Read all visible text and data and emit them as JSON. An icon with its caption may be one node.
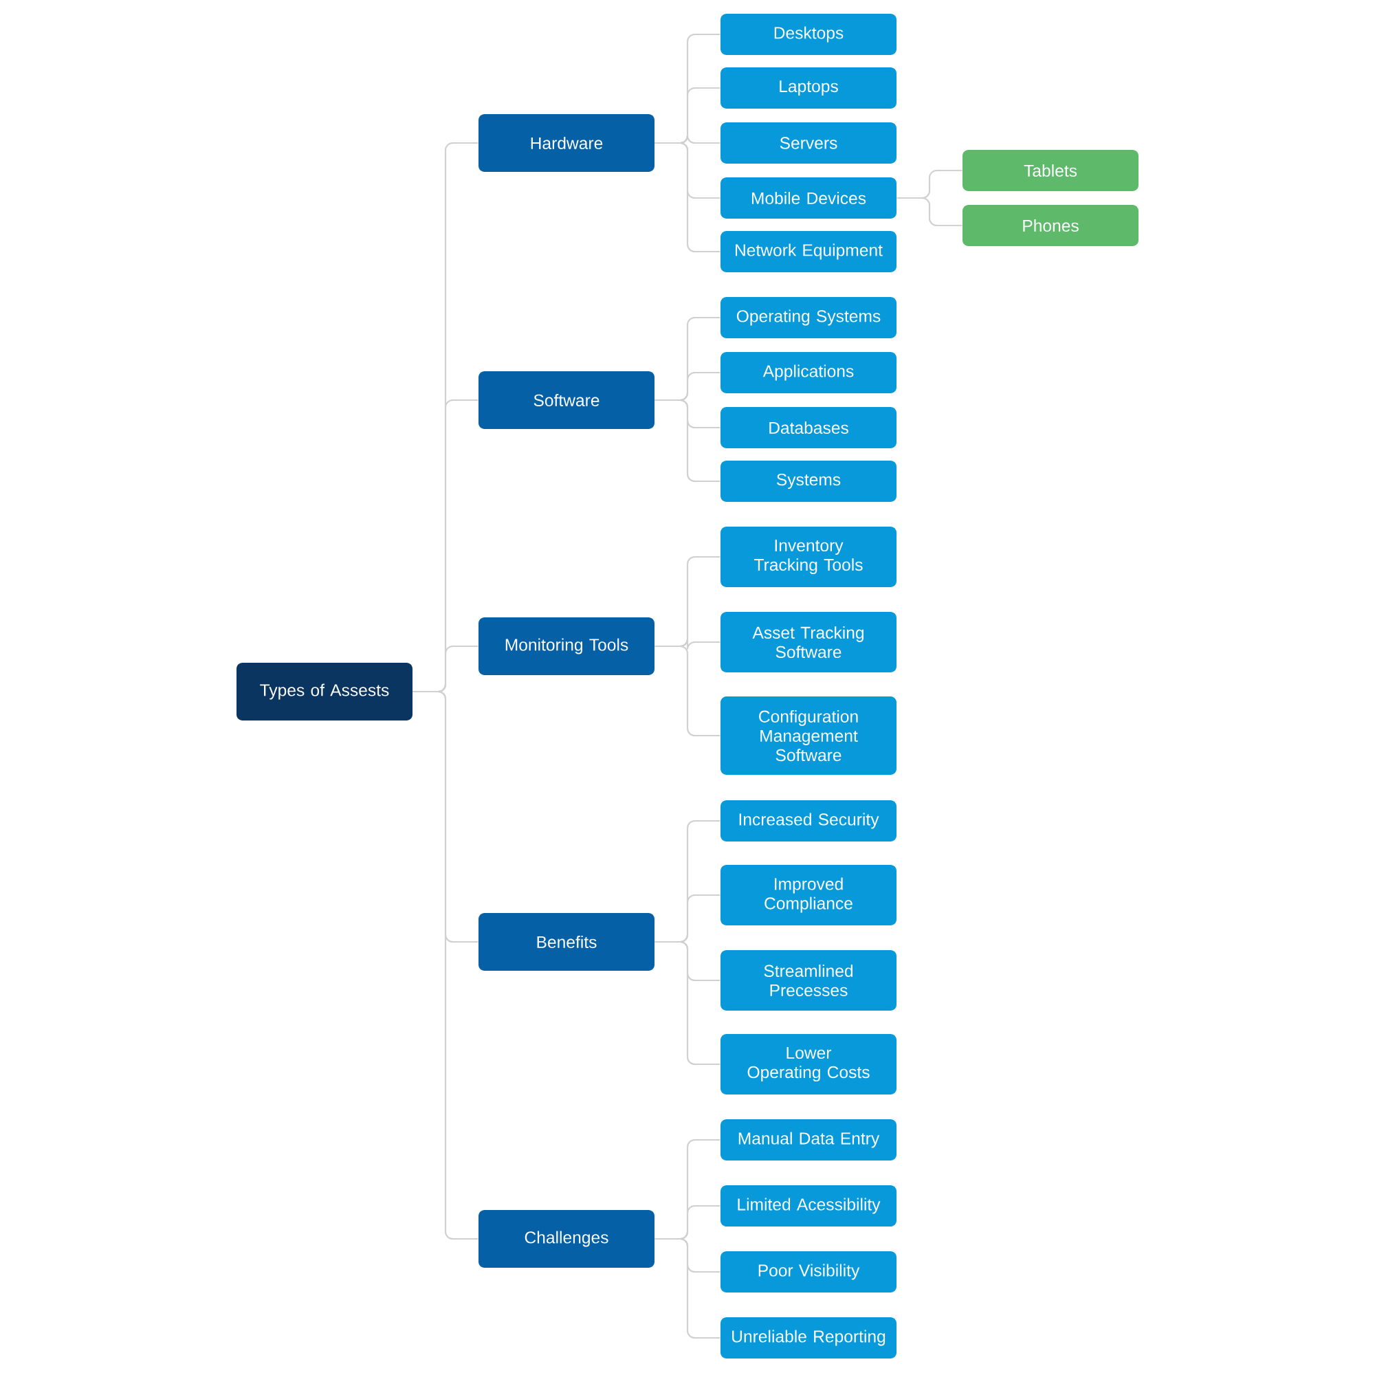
{
  "diagram": {
    "nodes": [
      {
        "text": [
          "Types of Assests"
        ]
      },
      {
        "text": [
          "Hardware"
        ]
      },
      {
        "text": [
          "Desktops"
        ]
      },
      {
        "text": [
          "Laptops"
        ]
      },
      {
        "text": [
          "Servers"
        ]
      },
      {
        "text": [
          "Mobile Devices"
        ]
      },
      {
        "text": [
          "Tablets"
        ]
      },
      {
        "text": [
          "Phones"
        ]
      },
      {
        "text": [
          "Network Equipment"
        ]
      },
      {
        "text": [
          "Software"
        ]
      },
      {
        "text": [
          "Operating Systems"
        ]
      },
      {
        "text": [
          "Applications"
        ]
      },
      {
        "text": [
          "Databases"
        ]
      },
      {
        "text": [
          "Systems"
        ]
      },
      {
        "text": [
          "Monitoring Tools"
        ]
      },
      {
        "text": [
          "Inventory Tracking Tools"
        ]
      },
      {
        "text": [
          "Asset Tracking Software"
        ]
      },
      {
        "text": [
          "Configuration Management Software"
        ]
      },
      {
        "text": [
          "Benefits"
        ]
      },
      {
        "text": [
          "Increased Security"
        ]
      },
      {
        "text": [
          "Improved Compliance"
        ]
      },
      {
        "text": [
          "Streamlined Precesses"
        ]
      },
      {
        "text": [
          "Lower Operating Costs"
        ]
      },
      {
        "text": [
          "Challenges"
        ]
      },
      {
        "text": [
          "Manual Data Entry"
        ]
      },
      {
        "text": [
          "Limited Acessibility"
        ]
      },
      {
        "text": [
          "Poor Visibility"
        ]
      },
      {
        "text": [
          "Unreliable Reporting"
        ]
      }
    ],
    "edges": [
      {
        "from": 0,
        "to": 1,
        "arrow": "none"
      },
      {
        "from": 1,
        "to": 2,
        "arrow": "none"
      },
      {
        "from": 1,
        "to": 3,
        "arrow": "none"
      },
      {
        "from": 1,
        "to": 4,
        "arrow": "none"
      },
      {
        "from": 1,
        "to": 5,
        "arrow": "none"
      },
      {
        "from": 5,
        "to": 6,
        "arrow": "none"
      },
      {
        "from": 5,
        "to": 7,
        "arrow": "none"
      },
      {
        "from": 1,
        "to": 8,
        "arrow": "none"
      },
      {
        "from": 0,
        "to": 9,
        "arrow": "none"
      },
      {
        "from": 9,
        "to": 10,
        "arrow": "none"
      },
      {
        "from": 9,
        "to": 11,
        "arrow": "none"
      },
      {
        "from": 9,
        "to": 12,
        "arrow": "none"
      },
      {
        "from": 9,
        "to": 13,
        "arrow": "none"
      },
      {
        "from": 0,
        "to": 14,
        "arrow": "none"
      },
      {
        "from": 14,
        "to": 15,
        "arrow": "none"
      },
      {
        "from": 14,
        "to": 16,
        "arrow": "none"
      },
      {
        "from": 14,
        "to": 17,
        "arrow": "none"
      },
      {
        "from": 0,
        "to": 18,
        "arrow": "none"
      },
      {
        "from": 18,
        "to": 19,
        "arrow": "none"
      },
      {
        "from": 18,
        "to": 20,
        "arrow": "none"
      },
      {
        "from": 18,
        "to": 21,
        "arrow": "none"
      },
      {
        "from": 18,
        "to": 22,
        "arrow": "none"
      },
      {
        "from": 0,
        "to": 23,
        "arrow": "none"
      },
      {
        "from": 23,
        "to": 24,
        "arrow": "none"
      },
      {
        "from": 23,
        "to": 25,
        "arrow": "none"
      },
      {
        "from": 23,
        "to": 26,
        "arrow": "none"
      },
      {
        "from": 23,
        "to": 27,
        "arrow": "none"
      }
    ]
  }
}
